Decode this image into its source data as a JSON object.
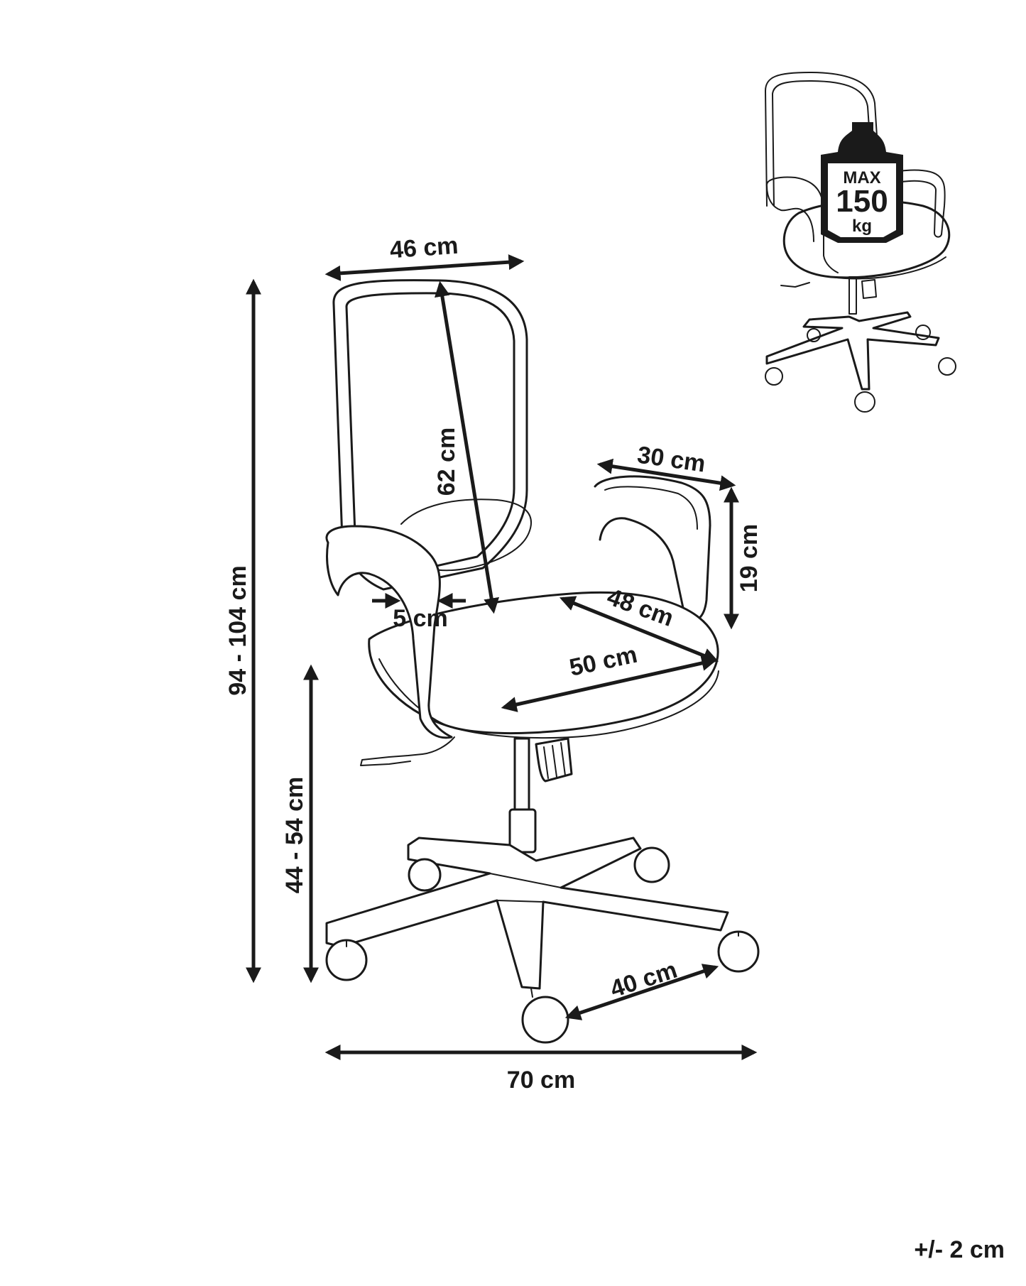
{
  "dimensions": {
    "overall_height": "94 - 104 cm",
    "seat_height": "44 - 54 cm",
    "back_width": "46 cm",
    "back_height": "62 cm",
    "armrest_length": "30 cm",
    "armrest_height": "19 cm",
    "armrest_width": "5 cm",
    "seat_depth": "48 cm",
    "seat_width": "50 cm",
    "leg_length": "40 cm",
    "base_width": "70 cm"
  },
  "max_load": {
    "prefix": "MAX",
    "value": "150",
    "unit": "kg"
  },
  "tolerance": "+/- 2 cm"
}
